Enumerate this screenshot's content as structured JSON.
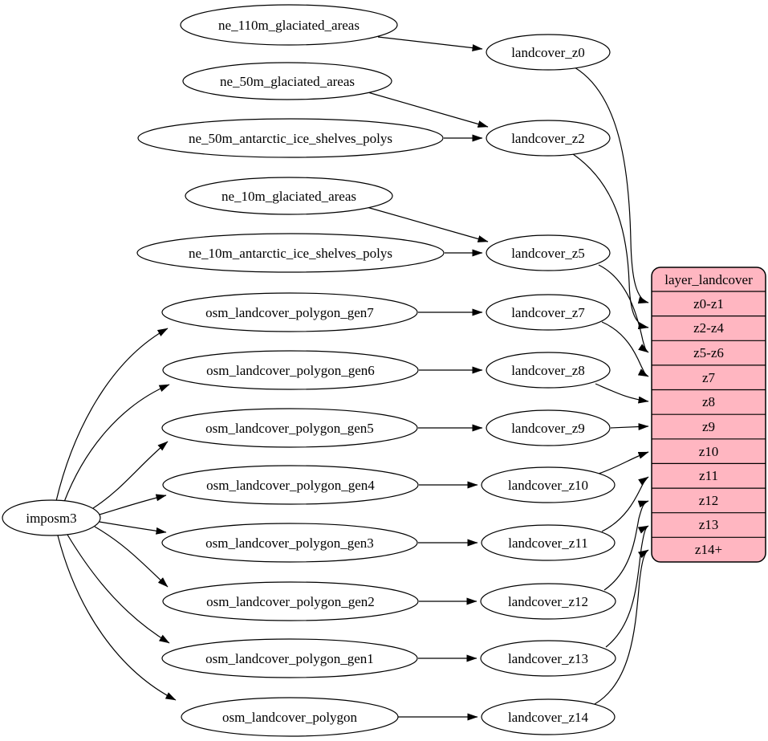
{
  "colors": {
    "background": "#ffffff",
    "node_fill": "#ffffff",
    "node_stroke": "#000000",
    "edge": "#000000",
    "table_fill": "#ffb6c1",
    "text": "#000000"
  },
  "imposm3_label": "imposm3",
  "sources": [
    "ne_110m_glaciated_areas",
    "ne_50m_glaciated_areas",
    "ne_50m_antarctic_ice_shelves_polys",
    "ne_10m_glaciated_areas",
    "ne_10m_antarctic_ice_shelves_polys",
    "osm_landcover_polygon_gen7",
    "osm_landcover_polygon_gen6",
    "osm_landcover_polygon_gen5",
    "osm_landcover_polygon_gen4",
    "osm_landcover_polygon_gen3",
    "osm_landcover_polygon_gen2",
    "osm_landcover_polygon_gen1",
    "osm_landcover_polygon"
  ],
  "intermediates": [
    "landcover_z0",
    "landcover_z2",
    "landcover_z5",
    "landcover_z7",
    "landcover_z8",
    "landcover_z9",
    "landcover_z10",
    "landcover_z11",
    "landcover_z12",
    "landcover_z13",
    "landcover_z14"
  ],
  "table": {
    "header": "layer_landcover",
    "rows": [
      "z0-z1",
      "z2-z4",
      "z5-z6",
      "z7",
      "z8",
      "z9",
      "z10",
      "z11",
      "z12",
      "z13",
      "z14+"
    ]
  },
  "edges": [
    [
      "imposm3",
      "osm_landcover_polygon_gen7"
    ],
    [
      "imposm3",
      "osm_landcover_polygon_gen6"
    ],
    [
      "imposm3",
      "osm_landcover_polygon_gen5"
    ],
    [
      "imposm3",
      "osm_landcover_polygon_gen4"
    ],
    [
      "imposm3",
      "osm_landcover_polygon_gen3"
    ],
    [
      "imposm3",
      "osm_landcover_polygon_gen2"
    ],
    [
      "imposm3",
      "osm_landcover_polygon_gen1"
    ],
    [
      "imposm3",
      "osm_landcover_polygon"
    ],
    [
      "ne_110m_glaciated_areas",
      "landcover_z0"
    ],
    [
      "ne_50m_glaciated_areas",
      "landcover_z2"
    ],
    [
      "ne_50m_antarctic_ice_shelves_polys",
      "landcover_z2"
    ],
    [
      "ne_10m_glaciated_areas",
      "landcover_z5"
    ],
    [
      "ne_10m_antarctic_ice_shelves_polys",
      "landcover_z5"
    ],
    [
      "osm_landcover_polygon_gen7",
      "landcover_z7"
    ],
    [
      "osm_landcover_polygon_gen6",
      "landcover_z8"
    ],
    [
      "osm_landcover_polygon_gen5",
      "landcover_z9"
    ],
    [
      "osm_landcover_polygon_gen4",
      "landcover_z10"
    ],
    [
      "osm_landcover_polygon_gen3",
      "landcover_z11"
    ],
    [
      "osm_landcover_polygon_gen2",
      "landcover_z12"
    ],
    [
      "osm_landcover_polygon_gen1",
      "landcover_z13"
    ],
    [
      "osm_landcover_polygon",
      "landcover_z14"
    ],
    [
      "landcover_z0",
      "z0-z1"
    ],
    [
      "landcover_z2",
      "z2-z4"
    ],
    [
      "landcover_z5",
      "z5-z6"
    ],
    [
      "landcover_z7",
      "z7"
    ],
    [
      "landcover_z8",
      "z8"
    ],
    [
      "landcover_z9",
      "z9"
    ],
    [
      "landcover_z10",
      "z10"
    ],
    [
      "landcover_z11",
      "z11"
    ],
    [
      "landcover_z12",
      "z12"
    ],
    [
      "landcover_z13",
      "z13"
    ],
    [
      "landcover_z14",
      "z14+"
    ]
  ]
}
